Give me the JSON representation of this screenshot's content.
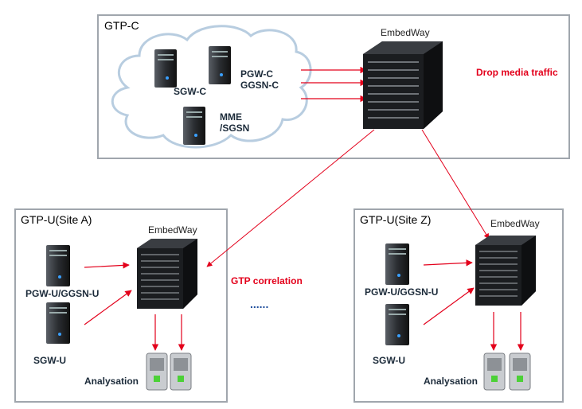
{
  "gtp_c": {
    "title": "GTP-C",
    "sgw": "SGW-C",
    "pgw_line1": "PGW-C",
    "pgw_line2": "GGSN-C",
    "mme_line1": "MME",
    "mme_line2": "/SGSN",
    "device": "EmbedWay",
    "note": "Drop media traffic"
  },
  "site_a": {
    "title": "GTP-U(Site A)",
    "device": "EmbedWay",
    "pgw": "PGW-U/GGSN-U",
    "sgw": "SGW-U",
    "analysis": "Analysation"
  },
  "site_z": {
    "title": "GTP-U(Site Z)",
    "device": "EmbedWay",
    "pgw": "PGW-U/GGSN-U",
    "sgw": "SGW-U",
    "analysis": "Analysation"
  },
  "middle": {
    "correlation": "GTP correlation",
    "ellipsis": "......"
  },
  "colors": {
    "arrow": "#e3001b",
    "border": "#a0a6ad",
    "cloud": "#b8cde0",
    "ellipsis": "#1f4e9c"
  }
}
